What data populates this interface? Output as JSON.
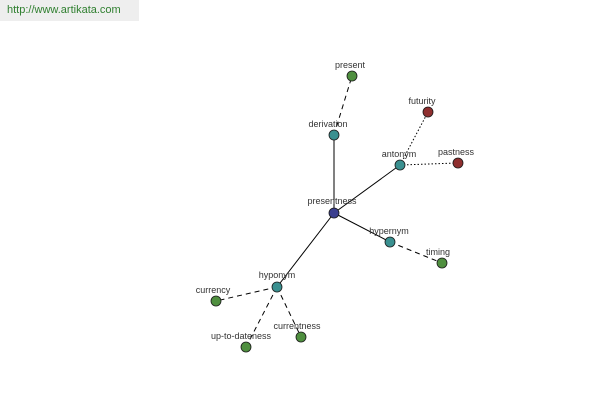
{
  "banner": {
    "url": "http://www.artikata.com"
  },
  "colors": {
    "center": "#3b3f8f",
    "relation": "#3a9090",
    "synonym": "#4f8f3f",
    "antonym_word": "#8f2f2f",
    "edge": "#000000"
  },
  "graph": {
    "nodes": [
      {
        "id": "presentness",
        "label": "presentness",
        "kind": "center"
      },
      {
        "id": "derivation",
        "label": "derivation",
        "kind": "relation"
      },
      {
        "id": "antonym",
        "label": "antonym",
        "kind": "relation"
      },
      {
        "id": "hypernym",
        "label": "hypernym",
        "kind": "relation"
      },
      {
        "id": "hyponym",
        "label": "hyponym",
        "kind": "relation"
      },
      {
        "id": "present",
        "label": "present",
        "kind": "synonym"
      },
      {
        "id": "futurity",
        "label": "futurity",
        "kind": "antonym_word"
      },
      {
        "id": "pastness",
        "label": "pastness",
        "kind": "antonym_word"
      },
      {
        "id": "timing",
        "label": "timing",
        "kind": "synonym"
      },
      {
        "id": "currency",
        "label": "currency",
        "kind": "synonym"
      },
      {
        "id": "currentness",
        "label": "currentness",
        "kind": "synonym"
      },
      {
        "id": "up-to-dateness",
        "label": "up-to-dateness",
        "kind": "synonym"
      }
    ],
    "edges": [
      {
        "from": "presentness",
        "to": "derivation",
        "style": "solid"
      },
      {
        "from": "presentness",
        "to": "antonym",
        "style": "solid"
      },
      {
        "from": "presentness",
        "to": "hypernym",
        "style": "solid"
      },
      {
        "from": "presentness",
        "to": "hyponym",
        "style": "solid"
      },
      {
        "from": "derivation",
        "to": "present",
        "style": "dashed"
      },
      {
        "from": "antonym",
        "to": "futurity",
        "style": "dotted"
      },
      {
        "from": "antonym",
        "to": "pastness",
        "style": "dotted"
      },
      {
        "from": "hypernym",
        "to": "timing",
        "style": "dashed"
      },
      {
        "from": "hyponym",
        "to": "currency",
        "style": "dashed"
      },
      {
        "from": "hyponym",
        "to": "currentness",
        "style": "dashed"
      },
      {
        "from": "hyponym",
        "to": "up-to-dateness",
        "style": "dashed"
      }
    ]
  }
}
